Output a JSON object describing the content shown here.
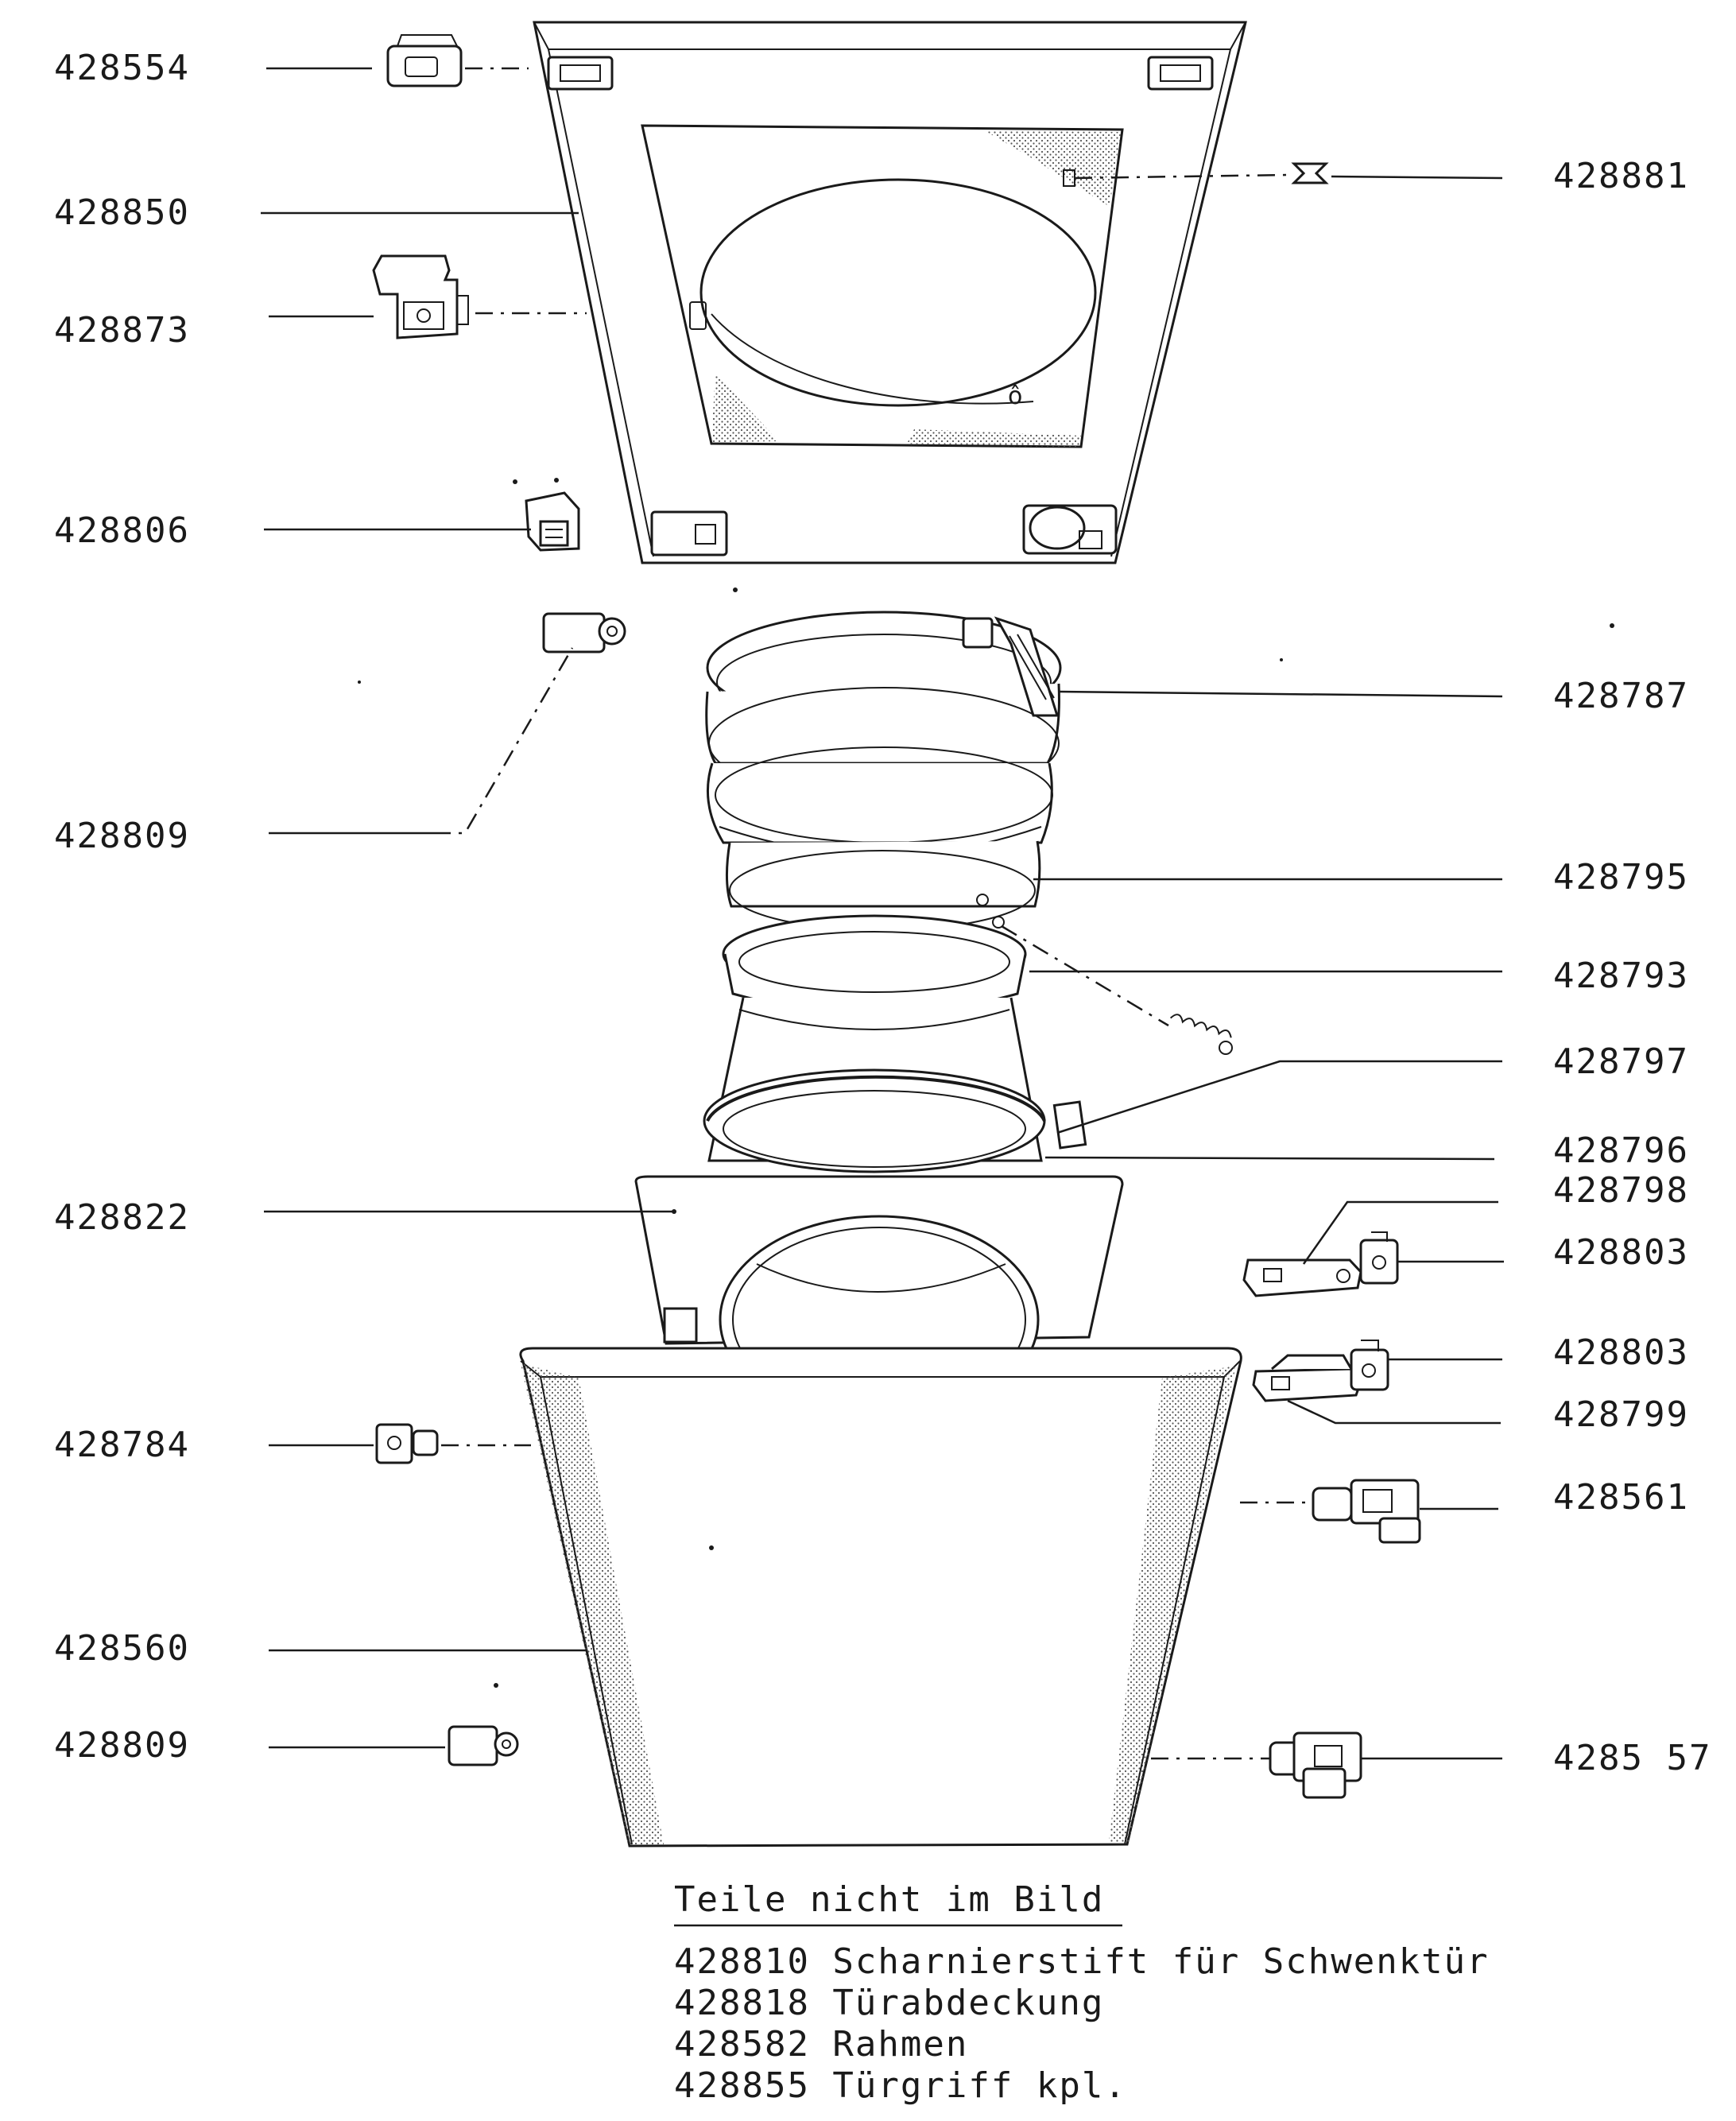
{
  "labels": {
    "l428554": "428554",
    "l428850": "428850",
    "l428873": "428873",
    "l428806": "428806",
    "l428809a": "428809",
    "l428822": "428822",
    "l428784": "428784",
    "l428560": "428560",
    "l428809b": "428809",
    "l428881": "428881",
    "l428787": "428787",
    "l428795": "428795",
    "l428793": "428793",
    "l428797": "428797",
    "l428796": "428796",
    "l428798": "428798",
    "l428803a": "428803",
    "l428803b": "428803",
    "l428799": "428799",
    "l428561": "428561",
    "l428557": "4285 57"
  },
  "notes": {
    "title": "Teile nicht im Bild",
    "items": [
      "428810 Scharnierstift für Schwenktür",
      "428818 Türabdeckung",
      "428582 Rahmen",
      "428855 Türgriff kpl."
    ]
  }
}
